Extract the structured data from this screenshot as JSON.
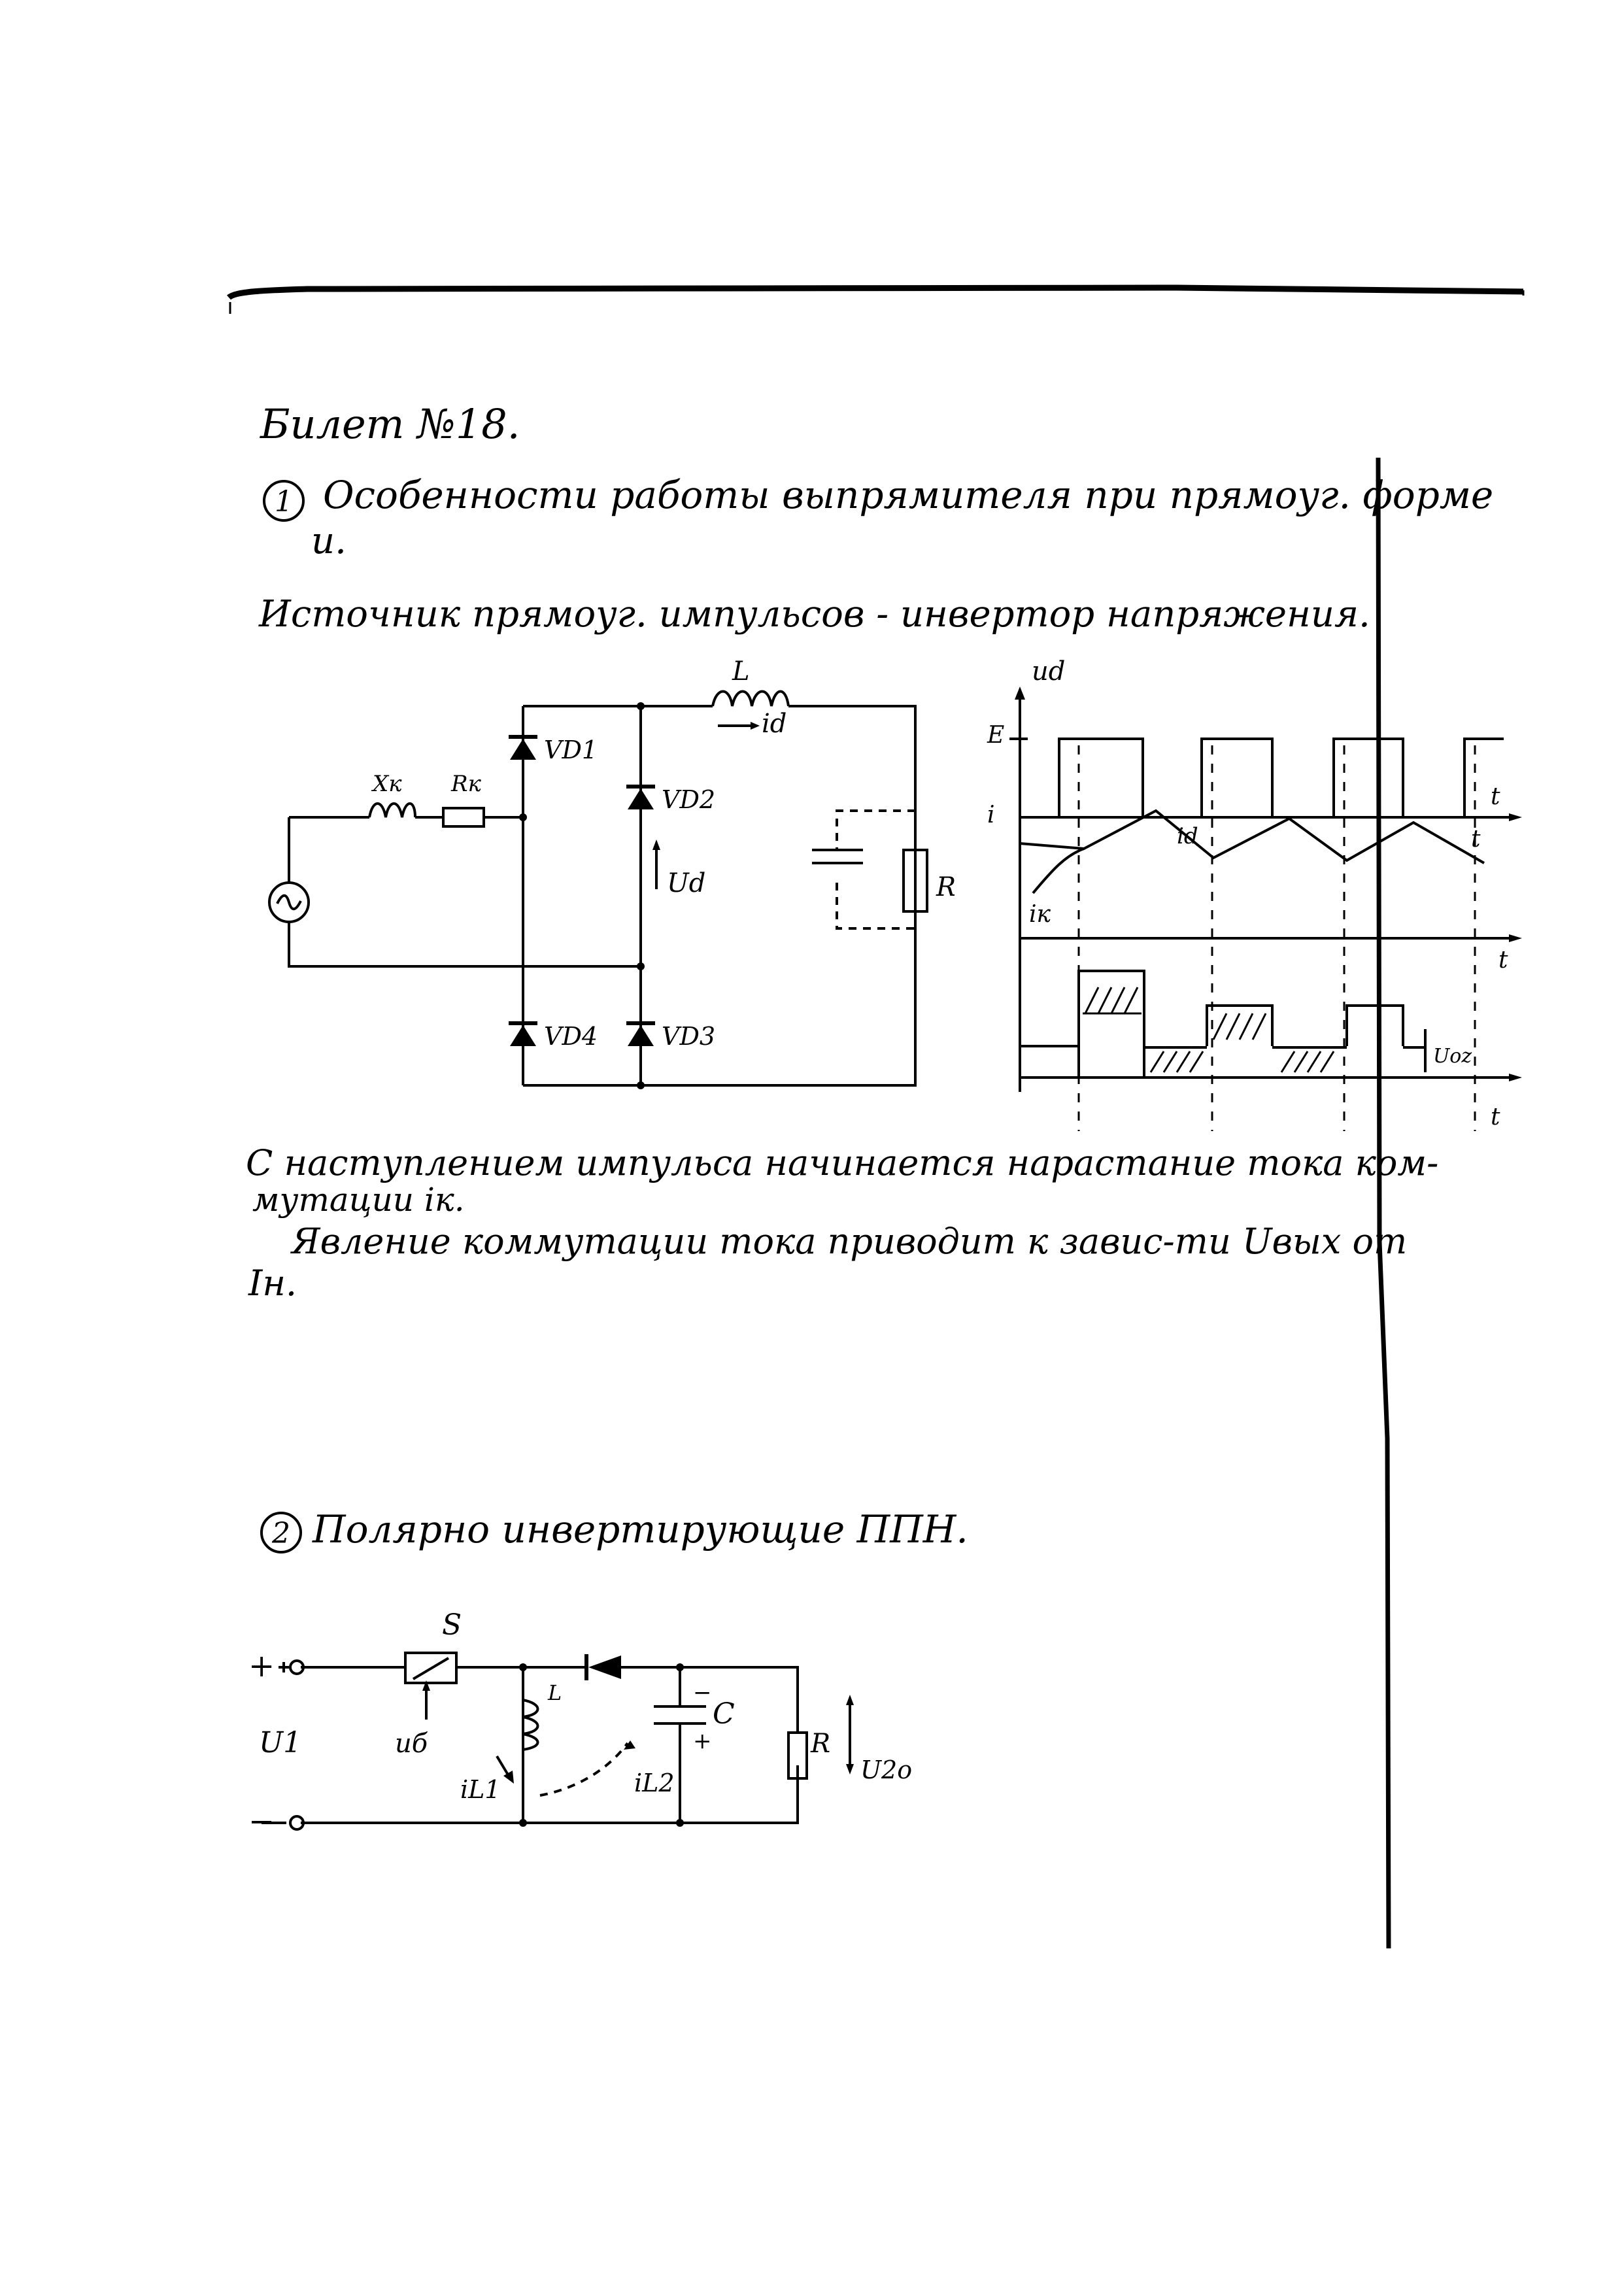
{
  "ticket": {
    "title": "Билет №18."
  },
  "q1": {
    "number": "1",
    "heading": "Особенности работы выпрямителя при прямоуг. форме",
    "heading_cont": "и.",
    "subheading": "Источник прямоуг. импульсов - инвертор напряжения.",
    "circuit_labels": {
      "inductor": "L",
      "current": "id",
      "xk": "Xк",
      "rk": "Rк",
      "vd1": "VD1",
      "vd2": "VD2",
      "vd3": "VD3",
      "vd4": "VD4",
      "ud": "Ud",
      "rn": "Rн"
    },
    "graph_labels": {
      "ud_axis": "ud",
      "e_level": "E",
      "i_axis": "i",
      "t1": "t",
      "t2": "t",
      "t3": "t",
      "t4": "t",
      "id_curve": "id",
      "ik_curve": "iк",
      "uo": "Uoz"
    },
    "text_line1": "С наступлением импульса начинается нарастание тока ком-",
    "text_line2": "мутации iк.",
    "text_line3": "Явление коммутации тока приводит к завис-ти Uвых от",
    "text_line4": "Iн."
  },
  "q2": {
    "number": "2",
    "heading": "Полярно инвертирующие ППН.",
    "circuit_labels": {
      "switch": "S",
      "plus": "+",
      "minus": "−",
      "u1": "U1",
      "ub": "uб",
      "l": "L",
      "il1": "iL1",
      "il2": "iL2",
      "cap": "C",
      "cap_minus": "−",
      "cap_plus": "+",
      "r": "R",
      "u2": "U2o"
    }
  }
}
